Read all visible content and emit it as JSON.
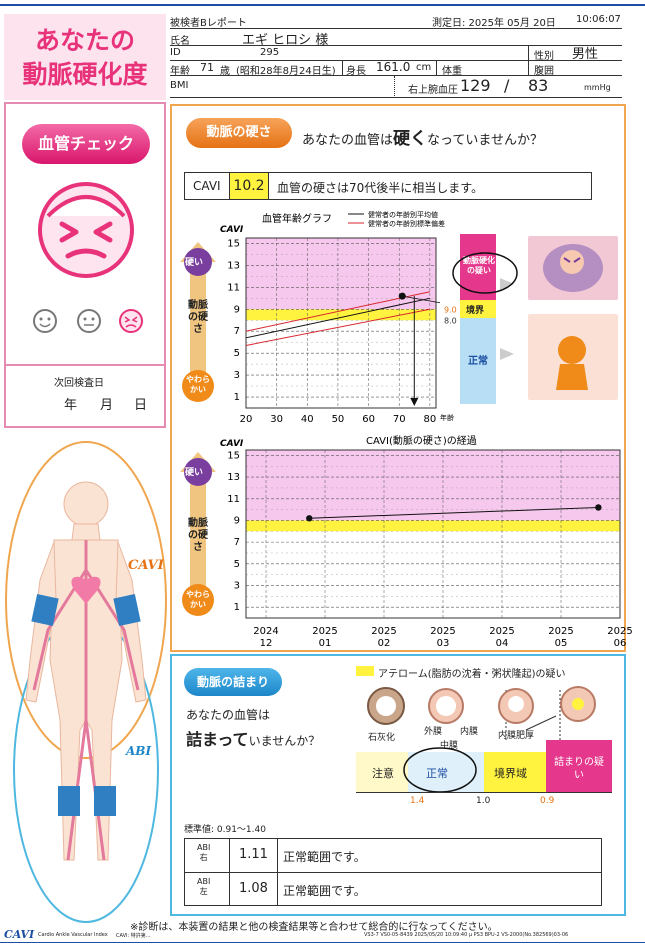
{
  "header": {
    "report_title": "被検者Bレポート",
    "measured_label": "測定日: 2025年 05月 20日",
    "measured_time": "10:06:07",
    "name_label": "氏名",
    "name_value": "エギ ヒロシ 様",
    "id_label": "ID",
    "id_value": "295",
    "sex_label": "性別",
    "sex_value": "男性",
    "age_label": "年齢",
    "age_value": "71",
    "age_unit": "歳",
    "birth_value": "(昭和28年8月24日生)",
    "height_label": "身長",
    "height_value": "161.0",
    "height_unit": "cm",
    "weight_label": "体重",
    "waist_label": "腹囲",
    "bmi_label": "BMI",
    "bp_label": "右上腕血圧",
    "bp_sys": "129",
    "bp_sep": "/",
    "bp_dia": "83",
    "bp_unit": "mmHg"
  },
  "title": {
    "line1": "あなたの",
    "line2": "動脈硬化度"
  },
  "left": {
    "check_label": "血管チェック",
    "next_exam_label": "次回検査日",
    "year_label": "年",
    "month_label": "月",
    "day_label": "日"
  },
  "body_labels": {
    "cavi": "CAVI",
    "abi": "ABI"
  },
  "cavi": {
    "badge": "動脈の硬さ",
    "question_pre": "あなたの血管は",
    "question_em": "硬く",
    "question_post": "なっていませんか？",
    "result_label": "CAVI",
    "result_value": "10.2",
    "result_text": "血管の硬さは70代後半に相当します。",
    "hard_label": "硬い",
    "soft_label": "やわらかい",
    "stiff_label": "動脈の硬さ",
    "stiff_label2": "動脈の硬さ",
    "hard_label2": "硬い",
    "soft_label2": "やわらかい"
  },
  "zones": {
    "risk": "動脈硬化の疑い",
    "border": "境界",
    "normal": "正常"
  },
  "chart_data": [
    {
      "type": "line",
      "title": "血管年齢グラフ",
      "ylabel": "CAVI",
      "xlabel": "年齢",
      "x_ticks": [
        "20",
        "30",
        "40",
        "50",
        "60",
        "70",
        "80"
      ],
      "y_ticks": [
        "1",
        "3",
        "5",
        "7",
        "9",
        "11",
        "13",
        "15"
      ],
      "xlim": [
        20,
        82
      ],
      "ylim": [
        0,
        15.5
      ],
      "thresholds": [
        {
          "value": 9.0,
          "label": "9.0"
        },
        {
          "value": 8.0,
          "label": "8.0"
        }
      ],
      "bands": {
        "normal_max": 8.0,
        "border_max": 9.0
      },
      "series": [
        {
          "name": "健常者の年齢別平均値",
          "color": "#111111",
          "x": [
            20,
            80
          ],
          "y": [
            6.4,
            10.0
          ]
        },
        {
          "name": "健常者の年齢別標準偏差",
          "color": "#d8262e",
          "x": [
            20,
            80
          ],
          "y": [
            7.0,
            10.6
          ]
        },
        {
          "name": "健常者の年齢別標準偏差",
          "color": "#d8262e",
          "x": [
            20,
            80
          ],
          "y": [
            5.7,
            9.0
          ]
        }
      ],
      "point": {
        "x": 71,
        "y": 10.2
      },
      "grid": true
    },
    {
      "type": "line",
      "title": "CAVI(動脈の硬さ)の経過",
      "ylabel": "CAVI",
      "x_ticks": [
        {
          "year": "2024",
          "month": "12"
        },
        {
          "year": "2025",
          "month": "01"
        },
        {
          "year": "2025",
          "month": "02"
        },
        {
          "year": "2025",
          "month": "03"
        },
        {
          "year": "2025",
          "month": "04"
        },
        {
          "year": "2025",
          "month": "05"
        },
        {
          "year": "2025",
          "month": "06"
        }
      ],
      "y_ticks": [
        "1",
        "3",
        "5",
        "7",
        "9",
        "11",
        "13",
        "15"
      ],
      "ylim": [
        0,
        15.5
      ],
      "bands": {
        "normal_max": 8.0,
        "border_max": 9.0
      },
      "series": [
        {
          "color": "#111111",
          "x": [
            "2024-12-23",
            "2025-05-20"
          ],
          "y": [
            9.2,
            10.2
          ]
        }
      ],
      "grid": true
    }
  ],
  "abi": {
    "badge": "動脈の詰まり",
    "q_line1": "あなたの血管は",
    "q_em": "詰まって",
    "q_post": "いませんか？",
    "atheroma": "アテローム(脂肪の沈着・粥状隆起)の疑い",
    "calc_label": "石灰化",
    "outer_label": "外膜",
    "inner_label": "内膜",
    "middle_label": "中膜",
    "thick_label": "内膜肥厚",
    "scale_caution": "注意",
    "scale_normal": "正常",
    "scale_border": "境界域",
    "scale_risk": "詰まりの疑い",
    "tick_14": "1.4",
    "tick_10": "1.0",
    "tick_09": "0.9",
    "standard": "標準値: 0.91～1.40",
    "rows": [
      {
        "side": "右",
        "value": "1.11",
        "text": "正常範囲です。"
      },
      {
        "side": "左",
        "value": "1.08",
        "text": "正常範囲です。"
      }
    ],
    "abi_label": "ABI"
  },
  "footer": {
    "note": "※診断は、本装置の結果と他の検査結果等と合わせて総合的に行なってください。",
    "cavi_logo": "CAVI",
    "cavi_full": "Cardio Ankle Vascular Index",
    "patent": "CAVI: 特許第...",
    "version": "VS3-7  VS0-05-8439  2025/05/20 10:09:40  μ PS3  BPU-2  VS-2000(No.382569)03-06"
  },
  "colors": {
    "pink": "#e8327a",
    "orange": "#f0a64f",
    "blue": "#4fb8e0",
    "yellow": "#fff33f",
    "magenta_band": "#f7c8ee"
  }
}
